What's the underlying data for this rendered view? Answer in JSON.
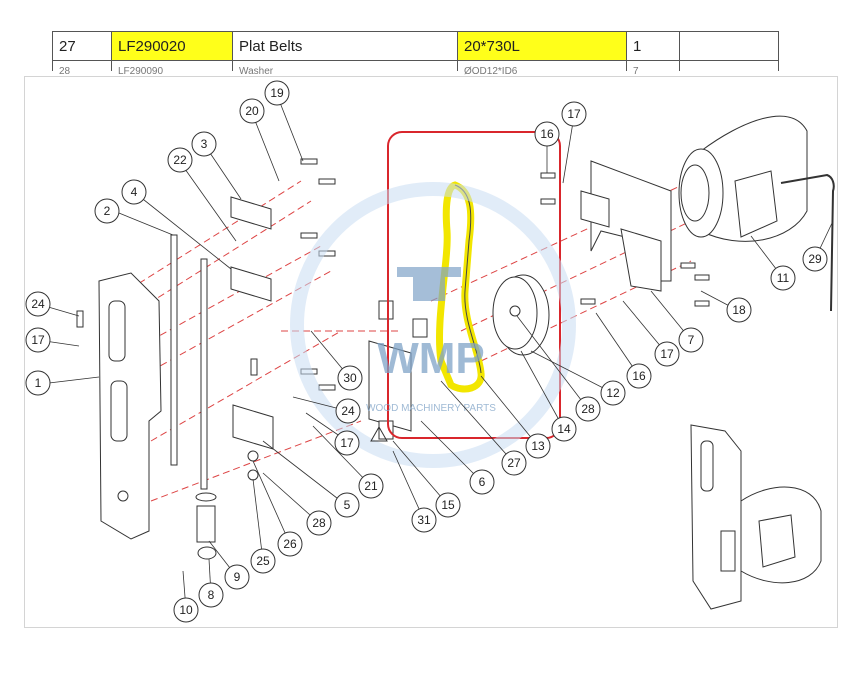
{
  "table": {
    "row": {
      "no": "27",
      "code": "LF290020",
      "name": "Plat Belts",
      "spec": "20*730L",
      "qty": "1",
      "extra": ""
    },
    "partial_row": {
      "no": "28",
      "code": "LF290090",
      "name": "Washer",
      "spec": "ØOD12*ID6",
      "qty": "7"
    }
  },
  "watermark": {
    "logo": "WMP",
    "caption": "WOOD MACHINERY PARTS"
  },
  "callouts": [
    "1",
    "2",
    "3",
    "4",
    "5",
    "6",
    "7",
    "8",
    "9",
    "10",
    "11",
    "12",
    "13",
    "14",
    "15",
    "16",
    "17",
    "18",
    "19",
    "20",
    "21",
    "22",
    "24",
    "25",
    "26",
    "27",
    "28",
    "29",
    "30",
    "31"
  ],
  "colors": {
    "highlight": "#ffff1a",
    "belt": "#f2e600",
    "selection_box": "#d9262c",
    "dashed_axis": "#dd4444",
    "watermark": "#7fa3c7"
  }
}
